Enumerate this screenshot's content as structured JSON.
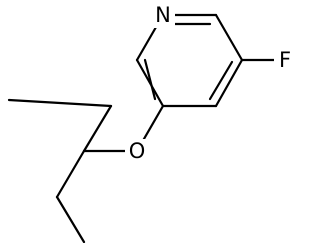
{
  "molecule": {
    "atoms": {
      "nitrogen": "N",
      "fluorine": "F",
      "oxygen": "O"
    },
    "line_color": "#000000",
    "background_color": "#ffffff"
  }
}
